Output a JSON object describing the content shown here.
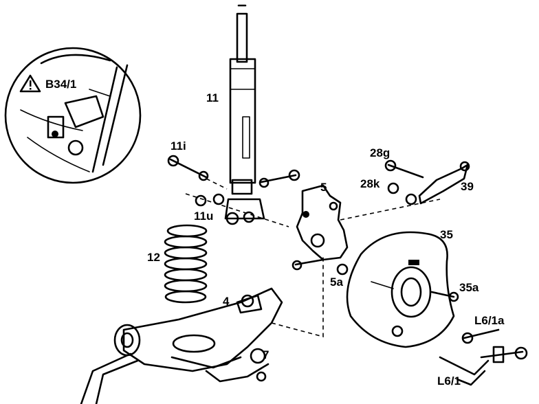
{
  "callouts": {
    "warning_label": "B34/1",
    "strut": "11",
    "bolt_upper": "11i",
    "bolt_lower": "11u",
    "spring": "12",
    "lower_arm": "4",
    "knuckle": "5",
    "upper_bolt_pair": "28g",
    "lower_bolt_pair": "28k",
    "tie_rod": "39",
    "backplate": "35",
    "backplate_screw": "35a",
    "bushing_bolt": "L6/1a",
    "sensor_cable": "L6/1",
    "arm_joint": "7",
    "hub_screw": "5a"
  }
}
